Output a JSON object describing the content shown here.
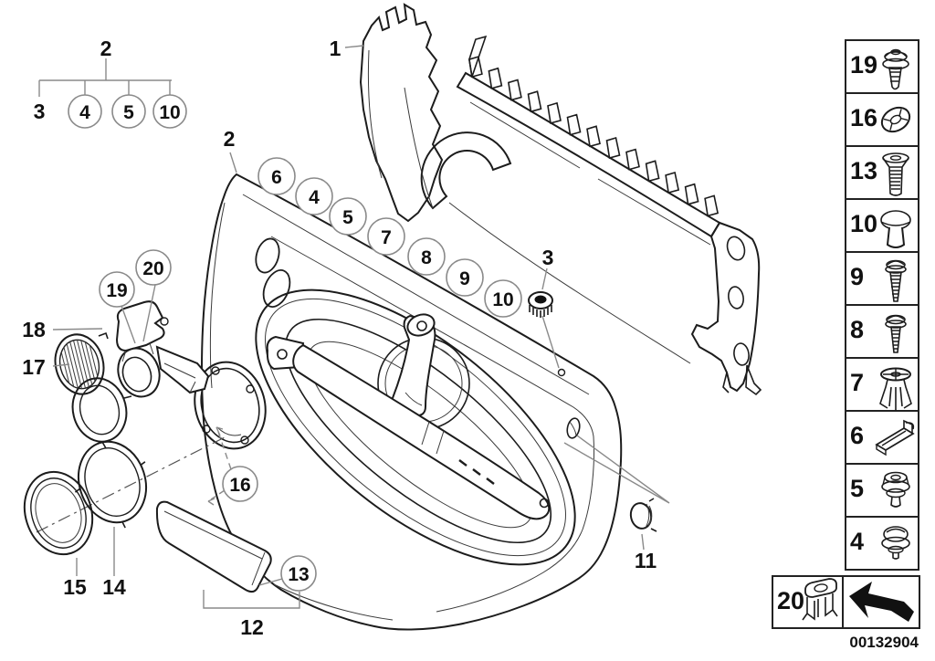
{
  "image_number": "00132904",
  "tree": {
    "parent": "2",
    "children": [
      {
        "label": "3",
        "circled": false
      },
      {
        "label": "4",
        "circled": true
      },
      {
        "label": "5",
        "circled": true
      },
      {
        "label": "10",
        "circled": true
      }
    ]
  },
  "labels": {
    "carrier": "1",
    "panel": "2",
    "grommet": "3",
    "cap": "11",
    "pocket": "12",
    "ring_inner": "14",
    "ring_outer": "15",
    "grille": "17",
    "lamp": "18"
  },
  "panel_callouts": [
    "6",
    "4",
    "5",
    "7",
    "8",
    "9",
    "10"
  ],
  "circle_callouts": {
    "c13": "13",
    "c16": "16",
    "c19": "19",
    "c20": "20"
  },
  "legend": {
    "rows": [
      {
        "num": "19",
        "icon": "screw-washer-icon"
      },
      {
        "num": "16",
        "icon": "spring-clip-icon"
      },
      {
        "num": "13",
        "icon": "countersunk-screw-icon"
      },
      {
        "num": "10",
        "icon": "push-rivet-icon"
      },
      {
        "num": "9",
        "icon": "long-screw-icon"
      },
      {
        "num": "8",
        "icon": "short-screw-icon"
      },
      {
        "num": "7",
        "icon": "expansion-rivet-icon"
      },
      {
        "num": "6",
        "icon": "clamp-bracket-icon"
      },
      {
        "num": "5",
        "icon": "grommet-pin-icon"
      },
      {
        "num": "4",
        "icon": "dome-grommet-icon"
      }
    ],
    "extra_row": {
      "num": "20",
      "icon": "expansion-nut-icon"
    }
  }
}
